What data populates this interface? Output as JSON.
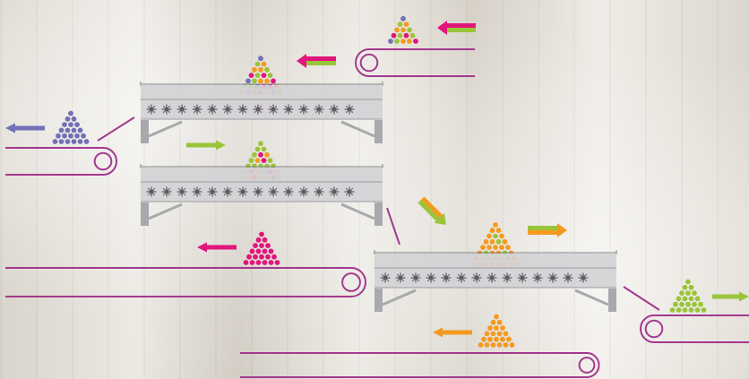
{
  "palette": {
    "purple": "#7370b6",
    "green": "#9ac43a",
    "orange": "#f49a1f",
    "pink": "#e2157b",
    "belt_line": "#a3398e",
    "machine_body": "#d2d3d5",
    "machine_leg": "#a7a9ac"
  },
  "stages": [
    {
      "id": "merge-purple-pink",
      "input_colors": [
        "purple",
        "pink"
      ]
    },
    {
      "id": "merge-green-pink",
      "input_colors": [
        "green",
        "pink"
      ]
    },
    {
      "id": "merge-orange-green",
      "input_colors": [
        "orange",
        "green"
      ]
    }
  ],
  "outputs": [
    "purple",
    "pink",
    "green",
    "orange"
  ],
  "icons": {
    "arrow": "arrow-icon",
    "bead_pile": "bead-pile-icon",
    "conveyor": "conveyor-icon",
    "roller": "roller-icon"
  }
}
